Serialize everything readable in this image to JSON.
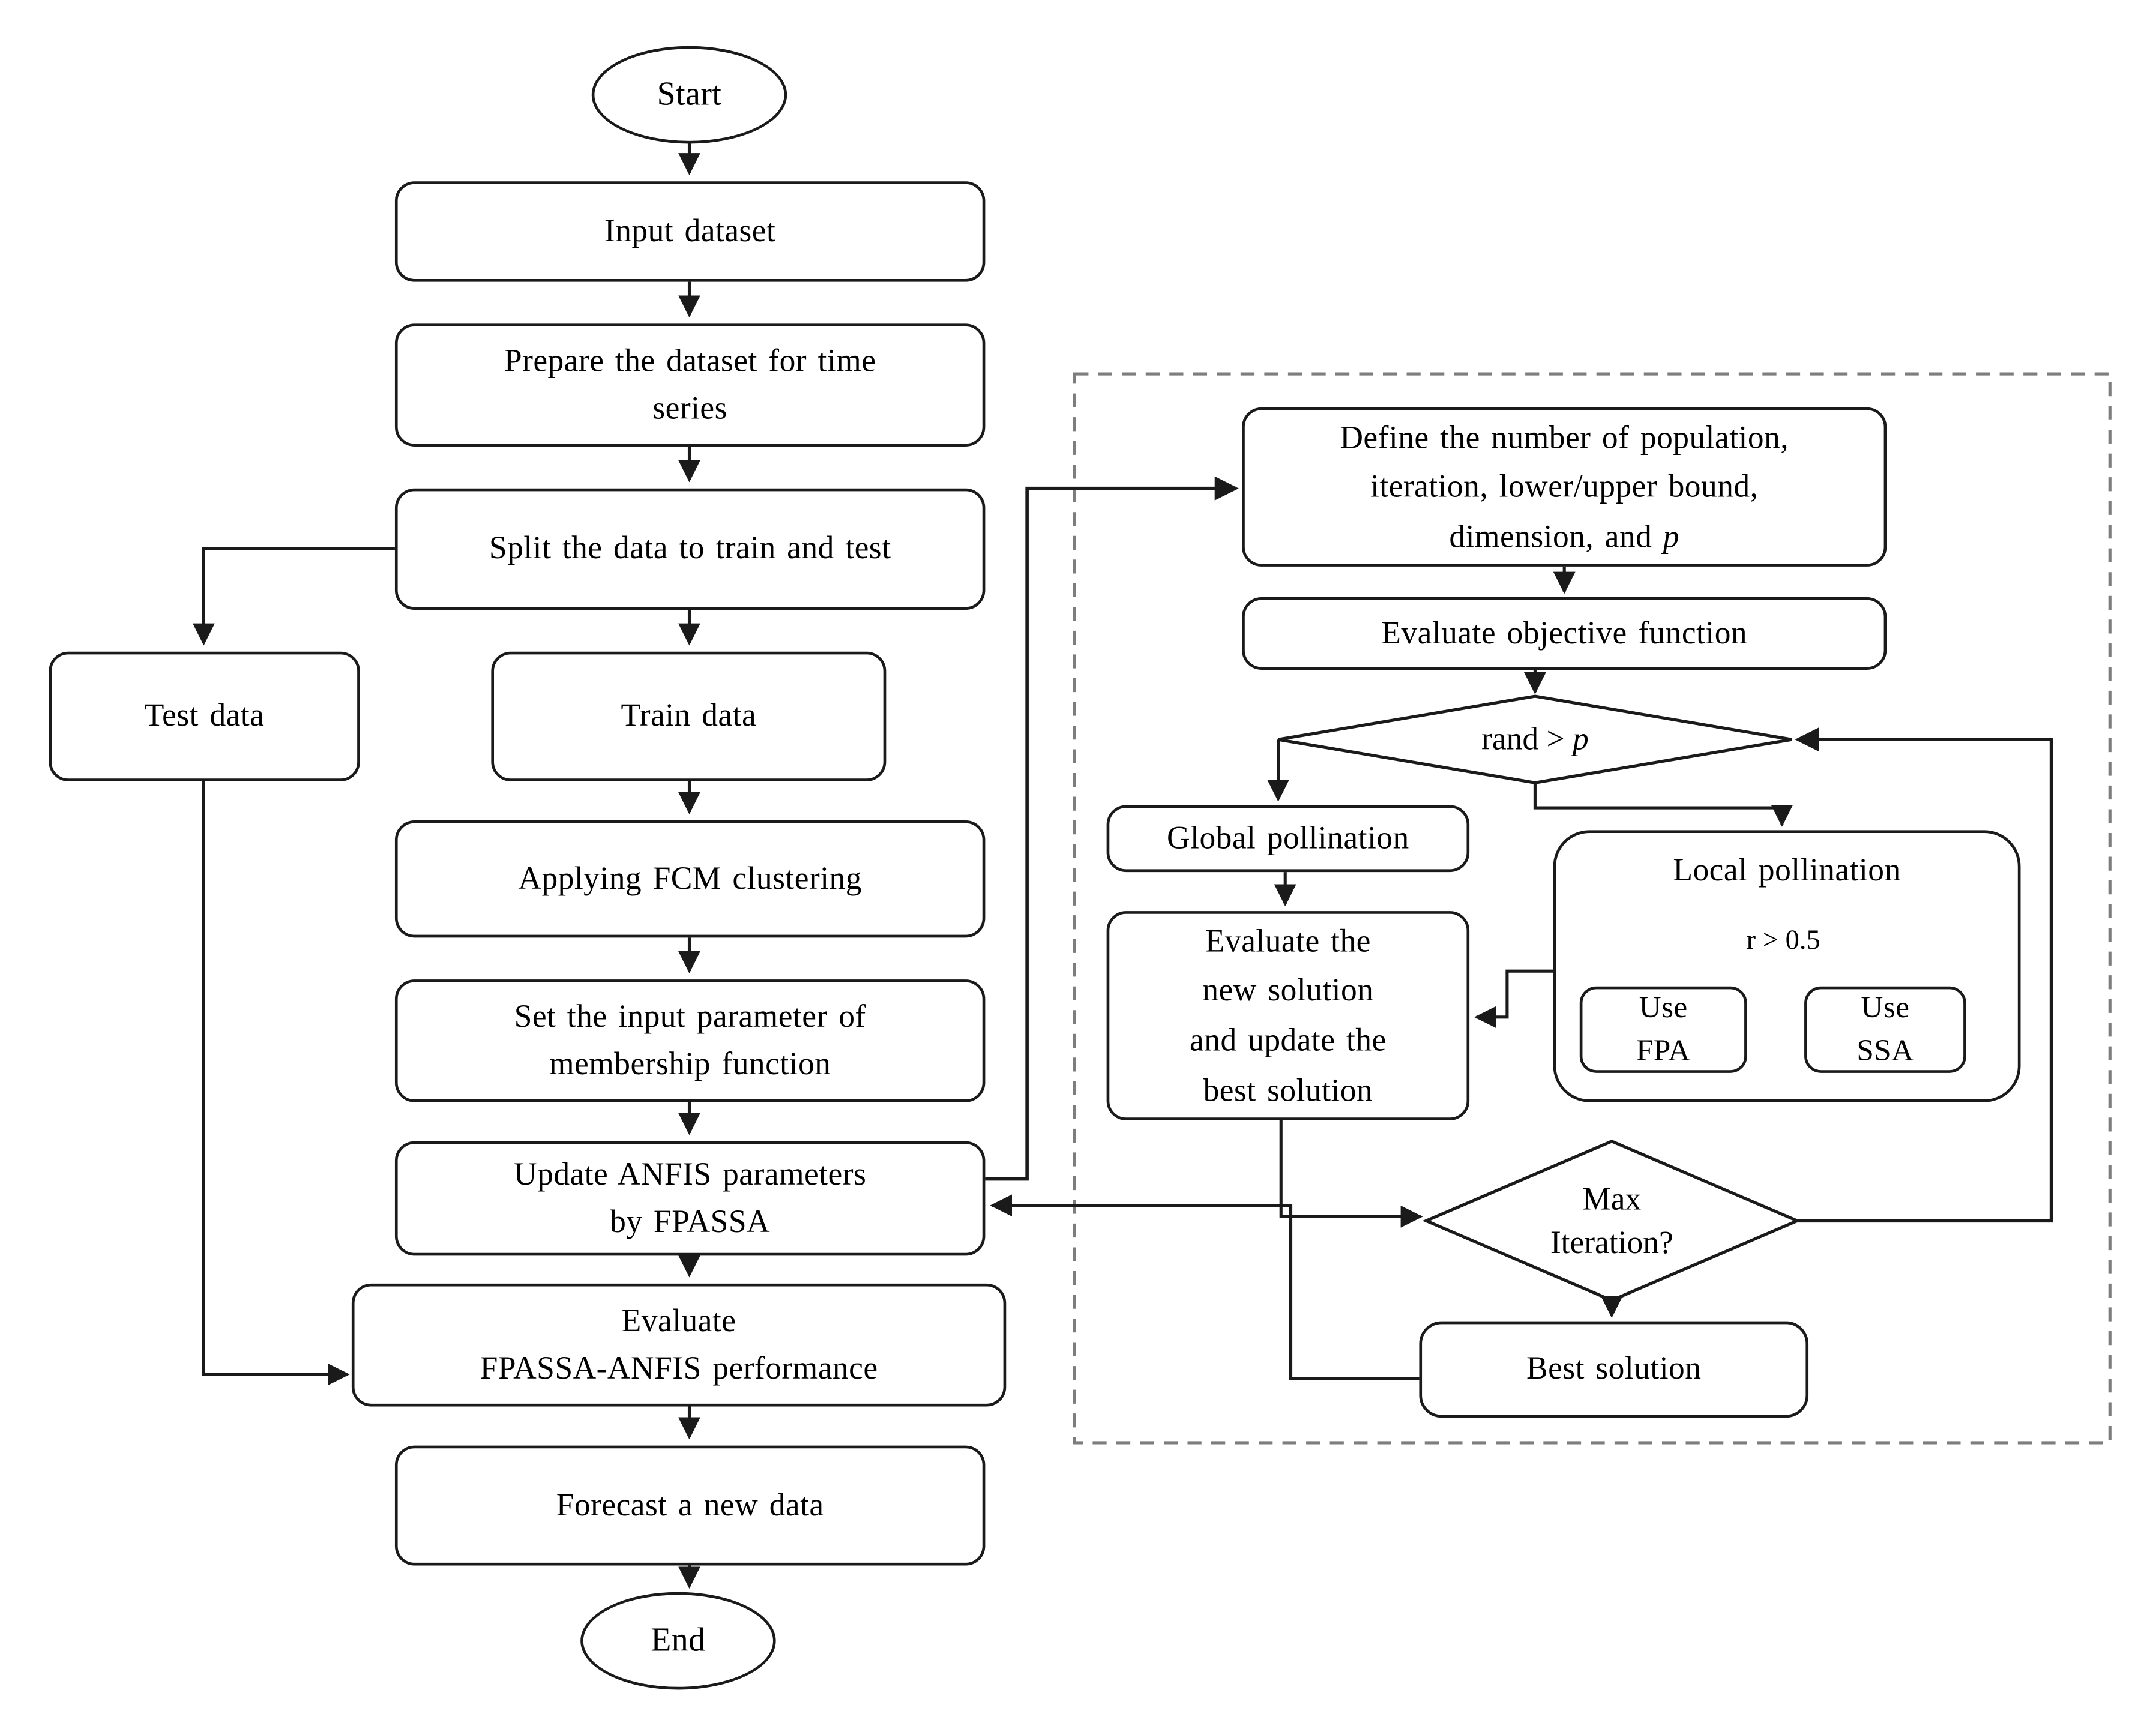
{
  "nodes": {
    "start": {
      "label": "Start"
    },
    "input_dataset": {
      "label": "Input dataset"
    },
    "prepare": {
      "lines": [
        "Prepare the dataset for time",
        "series"
      ]
    },
    "split": {
      "label": "Split the data to train and test"
    },
    "test_data": {
      "label": "Test data"
    },
    "train_data": {
      "label": "Train data"
    },
    "fcm": {
      "label": "Applying  FCM clustering"
    },
    "set_input": {
      "lines": [
        "Set the input parameter  of",
        "membership function"
      ]
    },
    "update_anfis": {
      "lines": [
        "Update ANFIS parameters",
        "by FPASSA"
      ]
    },
    "eval_perf": {
      "lines": [
        "Evaluate",
        "FPASSA-ANFIS  performance"
      ]
    },
    "forecast": {
      "label": "Forecast a new data"
    },
    "end": {
      "label": "End"
    },
    "define": {
      "lines": [
        "Define the number of population,",
        "iteration,  lower/upper  bound,",
        "dimension,  and "
      ],
      "italic_suffix": "p"
    },
    "eval_obj": {
      "label": "Evaluate  objective  function"
    },
    "rand_p": {
      "prefix": "rand > ",
      "italic_suffix": "p"
    },
    "global_poll": {
      "label": "Global pollination"
    },
    "eval_new": {
      "lines": [
        "Evaluate  the",
        "new solution",
        "and update the",
        "best solution"
      ]
    },
    "local_poll": {
      "label": "Local pollination"
    },
    "r_05": {
      "label": "r > 0.5"
    },
    "use_fpa": {
      "lines": [
        "Use",
        "FPA"
      ]
    },
    "use_ssa": {
      "lines": [
        "Use",
        "SSA"
      ]
    },
    "max_iter": {
      "lines": [
        "Max",
        "Iteration?"
      ]
    },
    "best_solution": {
      "label": "Best solution"
    }
  },
  "colors": {
    "background": "#ffffff",
    "line": "#1a1a1a",
    "box_border": "#1a1a1a",
    "text": "#000000",
    "dashed_border": "#7d7d7d"
  }
}
